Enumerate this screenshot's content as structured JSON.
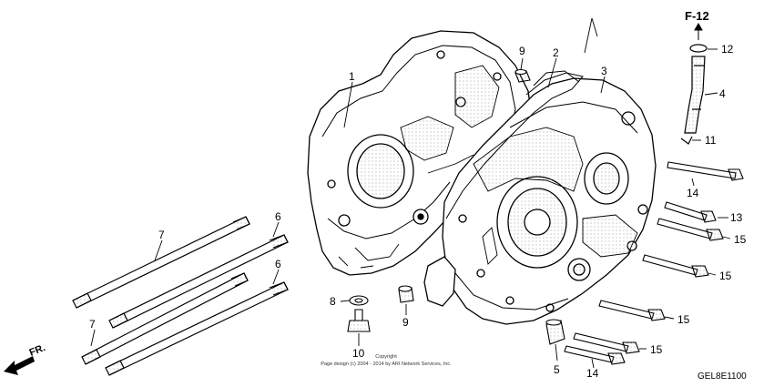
{
  "diagram": {
    "reference_code": "F-12",
    "diagram_code": "GEL8E1100",
    "front_label": "FR.",
    "copyright_lines": [
      "Copyright",
      "Page design (c) 2004 - 2014 by ARI Network Services, Inc."
    ],
    "callouts": [
      {
        "id": "c1",
        "label": "1"
      },
      {
        "id": "c2",
        "label": "2"
      },
      {
        "id": "c3",
        "label": "3"
      },
      {
        "id": "c4",
        "label": "4"
      },
      {
        "id": "c5",
        "label": "5"
      },
      {
        "id": "c6a",
        "label": "6"
      },
      {
        "id": "c6b",
        "label": "6"
      },
      {
        "id": "c7a",
        "label": "7"
      },
      {
        "id": "c7b",
        "label": "7"
      },
      {
        "id": "c8",
        "label": "8"
      },
      {
        "id": "c9a",
        "label": "9"
      },
      {
        "id": "c9b",
        "label": "9"
      },
      {
        "id": "c10",
        "label": "10"
      },
      {
        "id": "c11",
        "label": "11"
      },
      {
        "id": "c12",
        "label": "12"
      },
      {
        "id": "c13",
        "label": "13"
      },
      {
        "id": "c14a",
        "label": "14"
      },
      {
        "id": "c14b",
        "label": "14"
      },
      {
        "id": "c15a",
        "label": "15"
      },
      {
        "id": "c15b",
        "label": "15"
      },
      {
        "id": "c15c",
        "label": "15"
      },
      {
        "id": "c15d",
        "label": "15"
      }
    ]
  }
}
